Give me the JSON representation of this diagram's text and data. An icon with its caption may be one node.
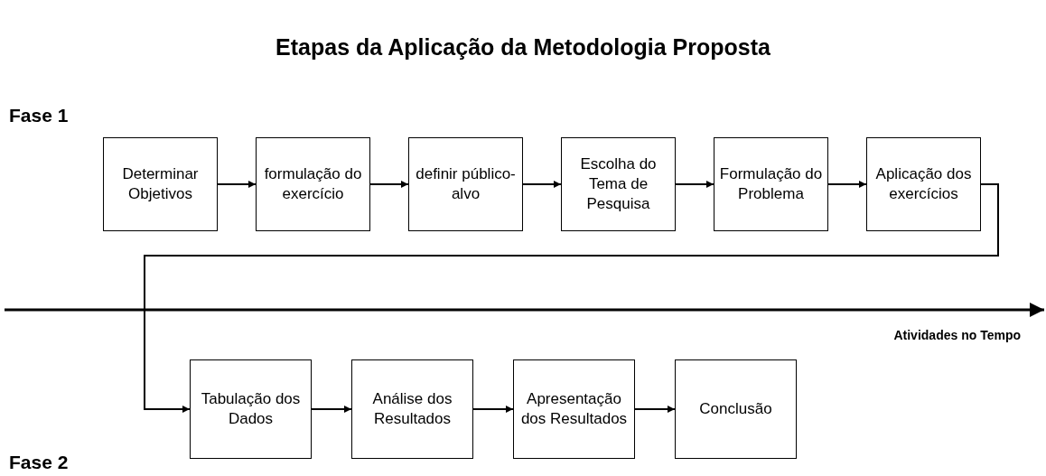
{
  "diagram": {
    "title": "Etapas da Aplicação da Metodologia Proposta",
    "nodes": [
      {
        "text": [
          "Determinar Objetivos"
        ]
      },
      {
        "text": [
          "formulação do exercício"
        ]
      },
      {
        "text": [
          "definir público-alvo"
        ]
      },
      {
        "text": [
          "Escolha do Tema de Pesquisa"
        ]
      },
      {
        "text": [
          "Formulação do Problema"
        ]
      },
      {
        "text": [
          "Aplicação dos exercícios"
        ]
      },
      {
        "text": [
          "Tabulação dos Dados"
        ]
      },
      {
        "text": [
          "Análise dos Resultados"
        ]
      },
      {
        "text": [
          "Apresentação dos Resultados"
        ]
      },
      {
        "text": [
          "Conclusão"
        ]
      }
    ],
    "edges": [
      {
        "from": 0,
        "to": 1,
        "arrow": "to"
      },
      {
        "from": 1,
        "to": 2,
        "arrow": "to"
      },
      {
        "from": 2,
        "to": 3,
        "arrow": "to"
      },
      {
        "from": 3,
        "to": 4,
        "arrow": "to"
      },
      {
        "from": 4,
        "to": 5,
        "arrow": "to"
      },
      {
        "from": 5,
        "to": 6,
        "arrow": "to"
      },
      {
        "from": 6,
        "to": 7,
        "arrow": "to"
      },
      {
        "from": 7,
        "to": 8,
        "arrow": "to"
      },
      {
        "from": 8,
        "to": 9,
        "arrow": "to"
      }
    ],
    "labels": [
      "Fase 1",
      "Atividades no Tempo",
      "Fase 2"
    ]
  }
}
